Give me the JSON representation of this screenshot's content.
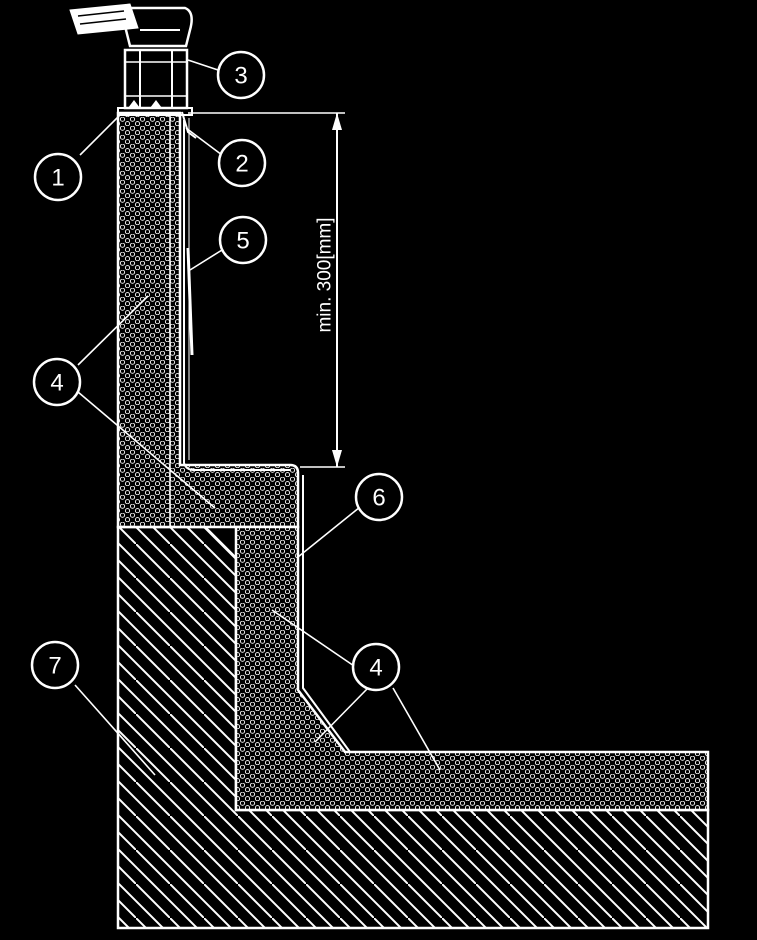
{
  "dimension": {
    "label": "min. 300[mm]"
  },
  "callouts": [
    {
      "id": "c1",
      "label": "1"
    },
    {
      "id": "c2",
      "label": "2"
    },
    {
      "id": "c3",
      "label": "3"
    },
    {
      "id": "c4a",
      "label": "4"
    },
    {
      "id": "c4b",
      "label": "4"
    },
    {
      "id": "c5",
      "label": "5"
    },
    {
      "id": "c6",
      "label": "6"
    },
    {
      "id": "c7",
      "label": "7"
    }
  ],
  "colors": {
    "background": "#000000",
    "line": "#ffffff"
  }
}
